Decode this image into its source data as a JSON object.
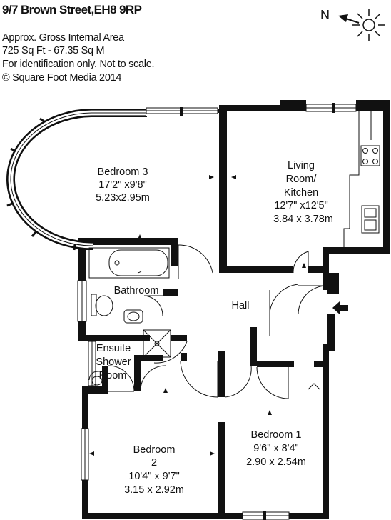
{
  "header": {
    "title": "9/7 Brown Street,EH8 9RP",
    "area_line": "Approx. Gross Internal Area",
    "size_line": "725 Sq Ft - 67.35 Sq M",
    "disclaimer": "For identification only. Not to scale.",
    "copyright": "© Square Foot Media 2014"
  },
  "compass": {
    "label": "N"
  },
  "rooms": {
    "bedroom3": {
      "name": "Bedroom 3",
      "imperial": "17'2\" x9'8\"",
      "metric": "5.23x2.95m"
    },
    "living": {
      "name_1": "Living",
      "name_2": "Room/",
      "name_3": "Kitchen",
      "imperial": "12'7\" x12'5\"",
      "metric": "3.84 x 3.78m"
    },
    "bathroom": {
      "name": "Bathroom"
    },
    "hall": {
      "name": "Hall"
    },
    "ensuite": {
      "name_1": "Ensuite",
      "name_2": "Shower",
      "name_3": "Room"
    },
    "bedroom2": {
      "name_1": "Bedroom",
      "name_2": "2",
      "imperial": "10'4\" x 9'7\"",
      "metric": "3.15 x 2.92m"
    },
    "bedroom1": {
      "name": "Bedroom 1",
      "imperial": "9'6\" x 8'4\"",
      "metric": "2.90 x 2.54m"
    }
  }
}
